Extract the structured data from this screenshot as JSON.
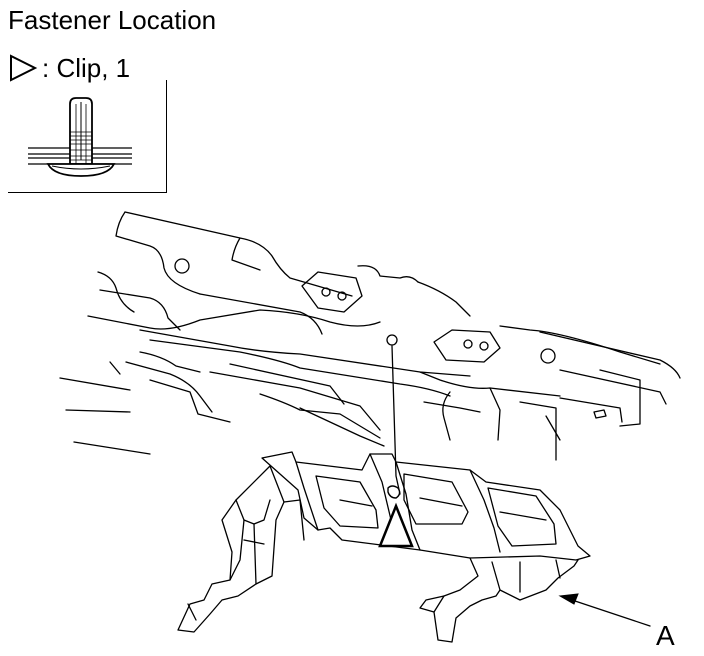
{
  "title": "Fastener Location",
  "legend": {
    "symbol_icon": "triangle-outline-icon",
    "text": ": Clip, 1"
  },
  "callouts": {
    "part_a": "A"
  }
}
